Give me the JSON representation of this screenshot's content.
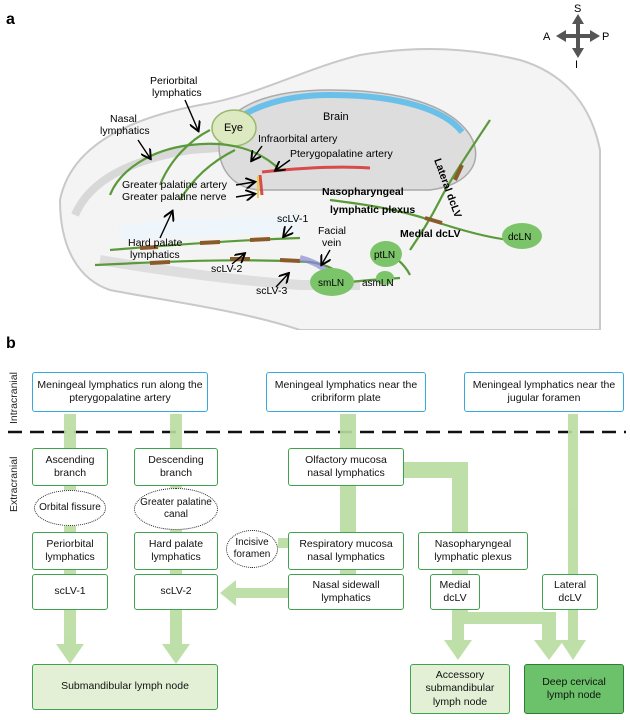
{
  "panel_a": {
    "letter": "a",
    "compass": {
      "top": "S",
      "bottom": "I",
      "left": "A",
      "right": "P"
    },
    "labels": {
      "brain": "Brain",
      "eye": "Eye",
      "periorbital_1": "Periorbital",
      "periorbital_2": "lymphatics",
      "nasal_1": "Nasal",
      "nasal_2": "lymphatics",
      "infraorbital": "Infraorbital artery",
      "pterygopalatine": "Pterygopalatine artery",
      "greater_palatine_artery": "Greater palatine artery",
      "greater_palatine_nerve": "Greater palatine nerve",
      "nasopharyngeal_1": "Nasopharyngeal",
      "nasopharyngeal_2": "lymphatic plexus",
      "lateral_dclv": "Lateral dcLV",
      "medial_dclv": "Medial dcLV",
      "dcln": "dcLN",
      "sclv1": "scLV-1",
      "facial_1": "Facial",
      "facial_2": "vein",
      "ptln": "ptLN",
      "hard_palate_1": "Hard palate",
      "hard_palate_2": "lymphatics",
      "sclv2": "scLV-2",
      "smln": "smLN",
      "asmln": "asmLN",
      "sclv3": "scLV-3"
    }
  },
  "panel_b": {
    "letter": "b",
    "side_labels": {
      "intracranial": "Intracranial",
      "extracranial": "Extracranial"
    },
    "intracranial": [
      "Meningeal lymphatics run along the pterygopalatine artery",
      "Meningeal lymphatics near the cribriform plate",
      "Meningeal lymphatics near the jugular foramen"
    ],
    "boxes": {
      "ascending": "Ascending branch",
      "descending": "Descending branch",
      "olfactory": "Olfactory mucosa nasal lymphatics",
      "periorbital": "Periorbital lymphatics",
      "hard_palate": "Hard palate lymphatics",
      "respiratory": "Respiratory mucosa nasal lymphatics",
      "nasopharyngeal": "Nasopharyngeal lymphatic plexus",
      "sclv1": "scLV-1",
      "sclv2": "scLV-2",
      "nasal_sidewall": "Nasal sidewall lymphatics",
      "medial_dclv": "Medial dcLV",
      "lateral_dclv": "Lateral dcLV",
      "submandibular": "Submandibular lymph node",
      "accessory": "Accessory submandibular lymph node",
      "deep_cervical": "Deep cervical lymph node"
    },
    "ellipses": {
      "orbital": "Orbital fissure",
      "greater_palatine": "Greater palatine canal",
      "incisive": "Incisive foramen"
    }
  },
  "colors": {
    "intracranial_border": "#39a9dc",
    "extracranial_border": "#3fa34d",
    "flow_arrow": "#b9dca0",
    "deep_cervical_fill": "#6cc26a",
    "node_fill": "#e3f0d6"
  }
}
